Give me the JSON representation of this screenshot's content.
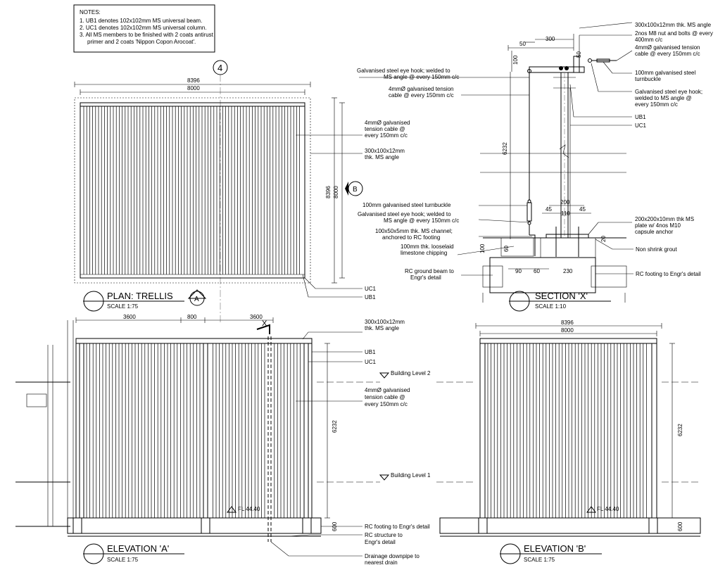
{
  "notes": {
    "heading": "NOTES:",
    "lines": [
      "1. UB1 denotes 102x102mm MS universal beam.",
      "2. UC1 denotes 102x102mm MS universal column.",
      "3. All MS members to be finished with 2 coats antirust",
      "primer and 2 coats 'Nippon Copon Arocoat'."
    ]
  },
  "grid_marker": "4",
  "plan": {
    "title": "PLAN: TRELLIS",
    "scale": "SCALE 1:75",
    "dims": {
      "outer_w": "8396",
      "inner_w": "8000",
      "outer_h": "8396",
      "inner_h": "8000"
    },
    "section_marker_b": "B",
    "section_marker_a": "A",
    "labels": {
      "cable": [
        "4mmØ galvanised",
        "tension cable @",
        "every 150mm c/c"
      ],
      "angle": [
        "300x100x12mm",
        "thk. MS angle"
      ],
      "uc1": "UC1",
      "ub1": "UB1"
    }
  },
  "section": {
    "title": "SECTION 'X'",
    "scale": "SCALE 1:10",
    "dims": {
      "d300": "300",
      "d50a": "50",
      "d50b": "50",
      "d100": "100",
      "d6232": "6232",
      "d200": "200",
      "d45a": "45",
      "d110": "110",
      "d45b": "45",
      "d20": "20",
      "d100b": "100",
      "d60a": "60",
      "d90": "90",
      "d60b": "60",
      "d230": "230"
    },
    "labels_right": [
      [
        "300x100x12mm thk. MS angle"
      ],
      [
        "2nos M8 nut and bolts @ every",
        "400mm c/c"
      ],
      [
        "4mmØ galvanised tension",
        "cable @ every 150mm c/c"
      ],
      [
        "100mm galvanised steel",
        "turnbuckle"
      ],
      [
        "Galvanised steel eye hook;",
        "welded to MS angle @",
        "every 150mm c/c"
      ],
      [
        "UB1"
      ],
      [
        "UC1"
      ],
      [
        "200x200x10mm thk MS",
        "plate w/ 4nos M10",
        "capsule anchor"
      ],
      [
        "Non shrink grout"
      ],
      [
        "RC footing to Engr's detail"
      ]
    ],
    "labels_left": [
      [
        "Galvanised steel eye hook; welded to",
        "MS angle @ every 150mm c/c"
      ],
      [
        "4mmØ galvanised tension",
        "cable @ every 150mm c/c"
      ],
      [
        "100mm galvanised steel turnbuckle"
      ],
      [
        "Galvanised steel eye hook; welded to",
        "MS angle @ every 150mm c/c"
      ],
      [
        "100x50x5mm thk. MS channel;",
        "anchored to RC footing"
      ],
      [
        "100mm thk. looselaid",
        "limestone chipping"
      ],
      [
        "RC ground beam to",
        "Engr's detail"
      ]
    ]
  },
  "elev_a": {
    "title": "ELEVATION 'A'",
    "scale": "SCALE 1:75",
    "dims": {
      "d3600a": "3600",
      "d800": "800",
      "d3600b": "3600",
      "d6232": "6232",
      "d600": "600"
    },
    "cut_marker": "X",
    "fl": "FL 44.40",
    "levels": {
      "l2": "Building Level 2",
      "l1": "Building Level 1"
    },
    "labels": {
      "angle": [
        "300x100x12mm",
        "thk. MS angle"
      ],
      "ub1": "UB1",
      "uc1": "UC1",
      "cable": [
        "4mmØ galvanised",
        "tension cable @",
        "every 150mm c/c"
      ],
      "footing": "RC footing to Engr's detail",
      "rc": [
        "RC structure to",
        "Engr's detail"
      ],
      "drain": [
        "Drainage downpipe to",
        "nearest drain"
      ]
    }
  },
  "elev_b": {
    "title": "ELEVATION 'B'",
    "scale": "SCALE 1:75",
    "dims": {
      "outer_w": "8396",
      "inner_w": "8000",
      "d6232": "6232",
      "d600": "600"
    },
    "fl": "FL 44.40"
  }
}
